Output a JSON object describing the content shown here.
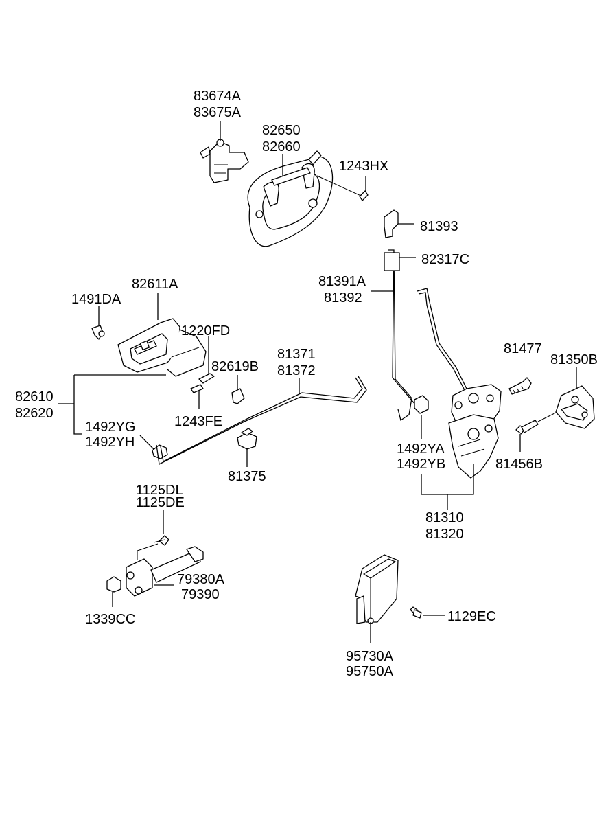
{
  "diagram": {
    "labels": {
      "l83674a": "83674A",
      "l83675a": "83675A",
      "l82650": "82650",
      "l82660": "82660",
      "l1243hx": "1243HX",
      "l81393": "81393",
      "l82317c": "82317C",
      "l81391a": "81391A",
      "l81392": "81392",
      "l82611a": "82611A",
      "l1491da": "1491DA",
      "l1220fd": "1220FD",
      "l82619b": "82619B",
      "l81371": "81371",
      "l81372": "81372",
      "l82610": "82610",
      "l82620": "82620",
      "l1243fe": "1243FE",
      "l1492yg": "1492YG",
      "l1492yh": "1492YH",
      "l81375": "81375",
      "l81477": "81477",
      "l81350b": "81350B",
      "l81456b": "81456B",
      "l1492ya": "1492YA",
      "l1492yb": "1492YB",
      "l81310": "81310",
      "l81320": "81320",
      "l1125dl": "1125DL",
      "l1125de": "1125DE",
      "l79380a": "79380A",
      "l79390": "79390",
      "l1339cc": "1339CC",
      "l1129ec": "1129EC",
      "l95730a": "95730A",
      "l95750a": "95750A"
    }
  }
}
